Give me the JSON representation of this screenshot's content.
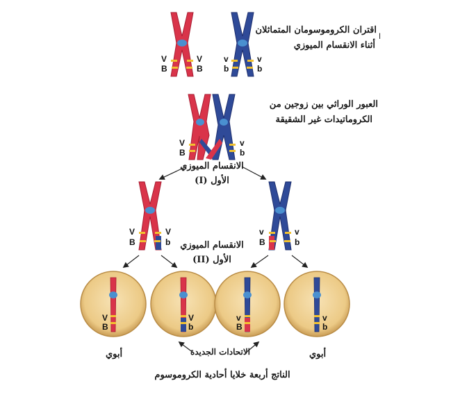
{
  "colors": {
    "red": "#d9344a",
    "red_dark": "#a81e33",
    "blue": "#2f4a98",
    "blue_dark": "#1e2f6e",
    "centromere": "#4a90d0",
    "band": "#f2c230",
    "cell_fill": "#f0d49a",
    "cell_edge": "#b98c45",
    "arrow": "#222222"
  },
  "captions": {
    "pairing_line1": "اقتران الكروموسومان المتماثلان",
    "pairing_line2": "أثناء الانقسام الميوزي",
    "crossover_line1": "العبور الوراثي بين زوجين من",
    "crossover_line2": "الكروماتيدات غير الشقيقة",
    "meiosis1_line1": "الانقسام الميوزي",
    "meiosis1_line2": "الأول (I)",
    "meiosis2_line1": "الانقسام الميوزي",
    "meiosis2_line2": "الأول (II)",
    "parental_left": "أبوي",
    "parental_right": "أبوي",
    "recombinant": "الاتحادات الجديدة",
    "result": "الناتج أربعة خلايا أحادية الكروموسوم",
    "margin_mark": "ا"
  },
  "genes": {
    "V": "V",
    "B": "B",
    "v": "v",
    "b": "b"
  }
}
